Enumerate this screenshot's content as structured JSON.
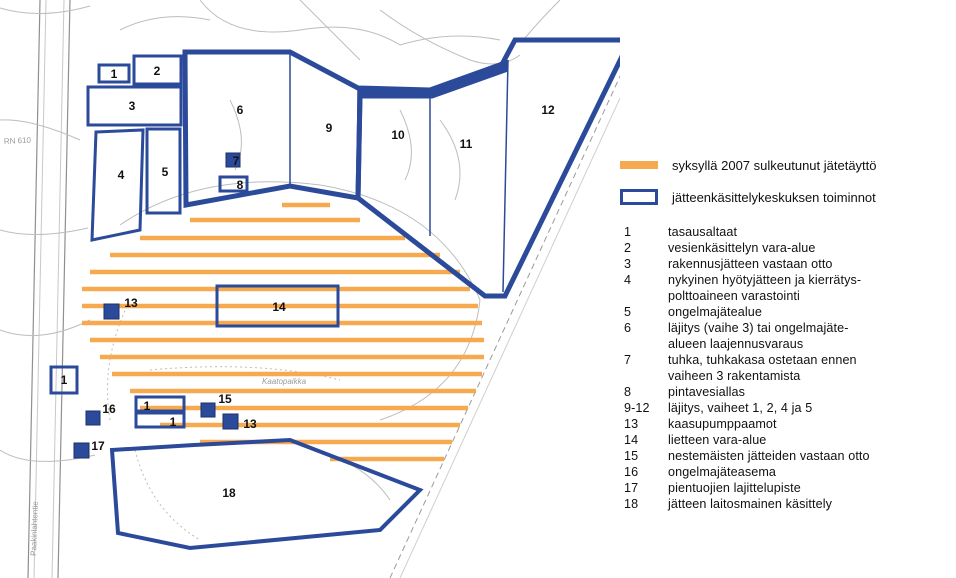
{
  "colors": {
    "stripe": "#f6a94e",
    "outline": "#2b4a9a",
    "marker": "#2b4a9a",
    "basemap": "#b5b5b5"
  },
  "map_labels": {
    "a1": "1",
    "a2": "2",
    "a3": "3",
    "a4": "4",
    "a5": "5",
    "a6": "6",
    "a7": "7",
    "a8": "8",
    "a9": "9",
    "a10": "10",
    "a11": "11",
    "a12": "12",
    "a13a": "13",
    "a13b": "13",
    "a14": "14",
    "a15": "15",
    "a1b": "1",
    "a1c": "1",
    "a1d": "1",
    "a16": "16",
    "a17": "17",
    "a18": "18",
    "road": "RN 610",
    "place": "Kaatopaikka",
    "street": "Paakinlahtentie"
  },
  "legend": {
    "stripe_label": "syksyllä 2007 sulkeutunut jätetäyttö",
    "box_label": "jätteenkäsittelykeskuksen toiminnot",
    "items": [
      {
        "num": "1",
        "text": "tasausaltaat"
      },
      {
        "num": "2",
        "text": "vesienkäsittelyn vara-alue"
      },
      {
        "num": "3",
        "text": "rakennusjätteen vastaan otto"
      },
      {
        "num": "4",
        "text": "nykyinen hyötyjätteen ja kierrätys-"
      },
      {
        "num": "",
        "text": "polttoaineen varastointi"
      },
      {
        "num": "5",
        "text": "ongelmajätealue"
      },
      {
        "num": "6",
        "text": "läjitys (vaihe 3) tai ongelmajäte-"
      },
      {
        "num": "",
        "text": "alueen laajennusvaraus"
      },
      {
        "num": "7",
        "text": "tuhka, tuhkakasa ostetaan ennen"
      },
      {
        "num": "",
        "text": "vaiheen 3 rakentamista"
      },
      {
        "num": "8",
        "text": "pintavesiallas"
      },
      {
        "num": "9-12",
        "text": "läjitys, vaiheet 1, 2, 4 ja 5"
      },
      {
        "num": "13",
        "text": "kaasupumppaamot"
      },
      {
        "num": "14",
        "text": "lietteen vara-alue"
      },
      {
        "num": "15",
        "text": "nestemäisten jätteiden vastaan otto"
      },
      {
        "num": "16",
        "text": "ongelmajäteasema"
      },
      {
        "num": "17",
        "text": "pientuojien lajittelupiste"
      },
      {
        "num": "18",
        "text": "jätteen laitosmainen käsittely"
      }
    ]
  }
}
